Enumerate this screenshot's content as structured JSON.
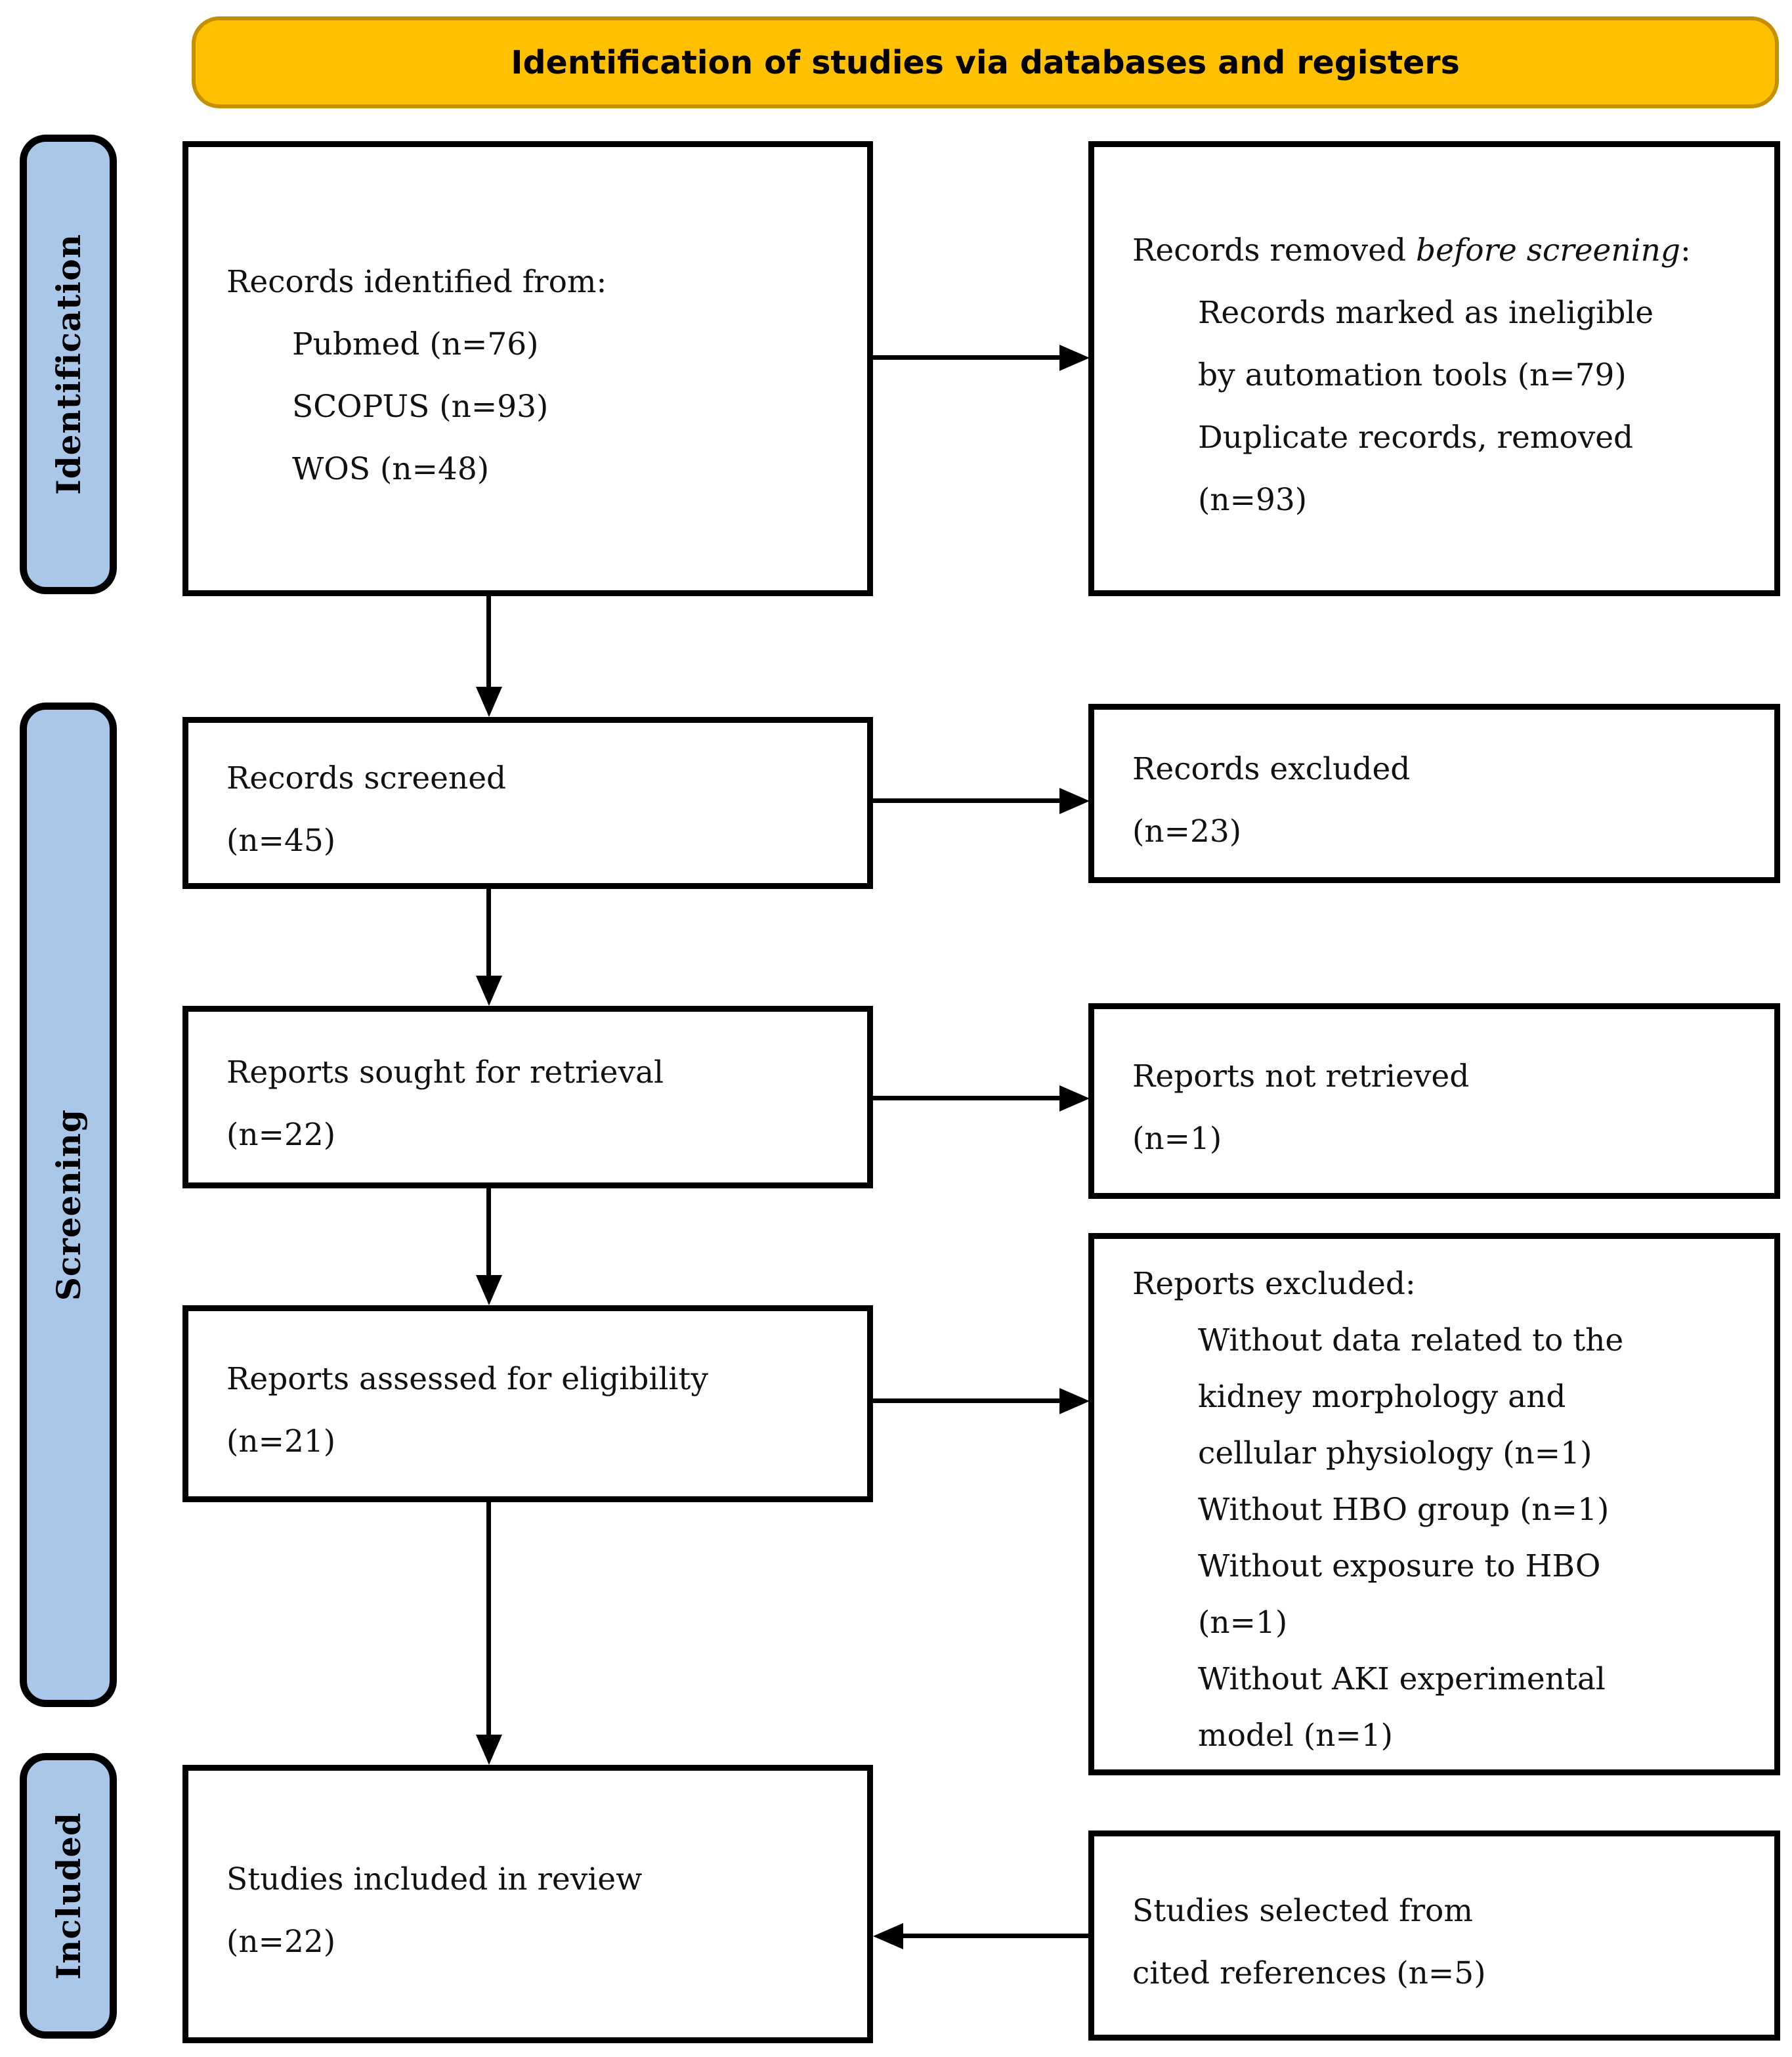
{
  "banner": {
    "title": "Identification of studies via databases and registers"
  },
  "stages": [
    {
      "label": "Identification"
    },
    {
      "label": "Screening"
    },
    {
      "label": "Included"
    }
  ],
  "colors": {
    "banner_fill": "#FFC000",
    "banner_border": "#C49000",
    "stage_fill": "#A9C7E8",
    "box_border": "#000000",
    "background": "#FFFFFF"
  },
  "boxes": {
    "records_identified": {
      "heading": "Records identified from:",
      "items": [
        "Pubmed (n=76)",
        "SCOPUS (n=93)",
        "WOS (n=48)"
      ]
    },
    "records_removed": {
      "heading_prefix": "Records removed ",
      "heading_italic": "before screening",
      "heading_suffix": ":",
      "items": [
        "Records marked as ineligible by automation tools (n=79)",
        "Duplicate records, removed (n=93)"
      ]
    },
    "records_screened": {
      "label": "Records screened",
      "count": "(n=45)"
    },
    "records_excluded": {
      "label": "Records excluded",
      "count": "(n=23)"
    },
    "reports_sought": {
      "label": "Reports sought for retrieval",
      "count": "(n=22)"
    },
    "reports_not_retrieved": {
      "label": "Reports not retrieved",
      "count": "(n=1)"
    },
    "reports_assessed": {
      "label": "Reports assessed for eligibility",
      "count": "(n=21)"
    },
    "reports_excluded": {
      "heading": "Reports excluded:",
      "items": [
        "Without data related to the kidney morphology and cellular physiology (n=1)",
        "Without HBO group (n=1)",
        "Without exposure to HBO (n=1)",
        "Without AKI experimental model (n=1)"
      ]
    },
    "studies_included": {
      "label": "Studies included in review",
      "count": "(n=22)"
    },
    "studies_cited": {
      "label": "Studies selected from cited references (n=5)"
    }
  }
}
